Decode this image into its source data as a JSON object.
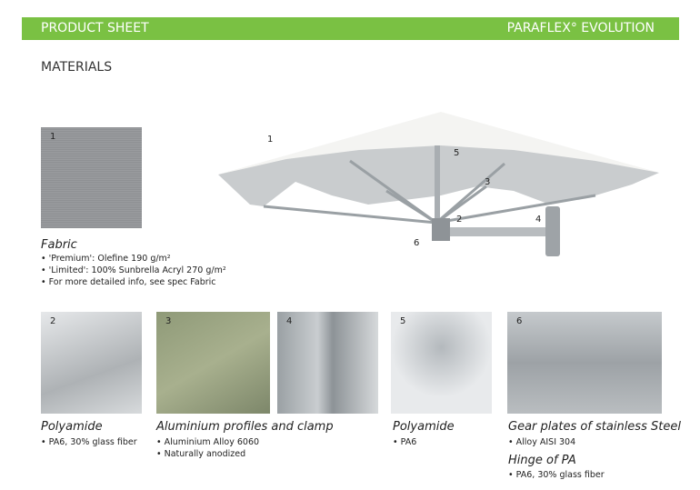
{
  "header": {
    "left": "PRODUCT SHEET",
    "right": "PARAFLEX° EVOLUTION",
    "color": "#7ac143"
  },
  "section_title": "MATERIALS",
  "fabric": {
    "num": "1",
    "title": "Fabric",
    "items": [
      "'Premium': Olefine 190 g/m²",
      "'Limited': 100% Sunbrella Acryl 270 g/m²",
      "For more detailed info, see spec Fabric"
    ]
  },
  "callouts": [
    "1",
    "2",
    "3",
    "4",
    "5",
    "6"
  ],
  "parts": [
    {
      "num": "2",
      "title": "Polyamide",
      "items": [
        "PA6, 30% glass fiber"
      ]
    },
    {
      "num": "3",
      "title": "Aluminium profiles and clamp",
      "items": [
        "Aluminium Alloy 6060",
        "Naturally anodized"
      ]
    },
    {
      "num": "4"
    },
    {
      "num": "5",
      "title": "Polyamide",
      "items": [
        "PA6"
      ]
    },
    {
      "num": "6",
      "title": "Gear plates of stainless Steel",
      "items": [
        "Alloy AISI 304"
      ],
      "title2": "Hinge of PA",
      "items2": [
        "PA6, 30% glass fiber"
      ]
    }
  ]
}
